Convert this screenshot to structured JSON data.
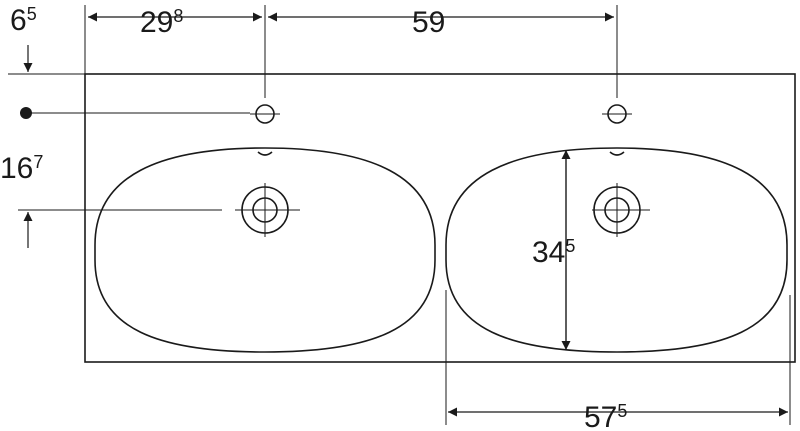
{
  "drawing": {
    "line_color": "#1a1a1a",
    "background": "#ffffff"
  },
  "dimensions": {
    "top_offset": {
      "main": "6",
      "sup": "5"
    },
    "hole_left_from_edge": {
      "main": "29",
      "sup": "8"
    },
    "hole_spacing": {
      "main": "59",
      "sup": ""
    },
    "drain_depth": {
      "main": "16",
      "sup": "7"
    },
    "bowl_depth": {
      "main": "34",
      "sup": "5"
    },
    "bowl_width": {
      "main": "57",
      "sup": "5"
    }
  }
}
